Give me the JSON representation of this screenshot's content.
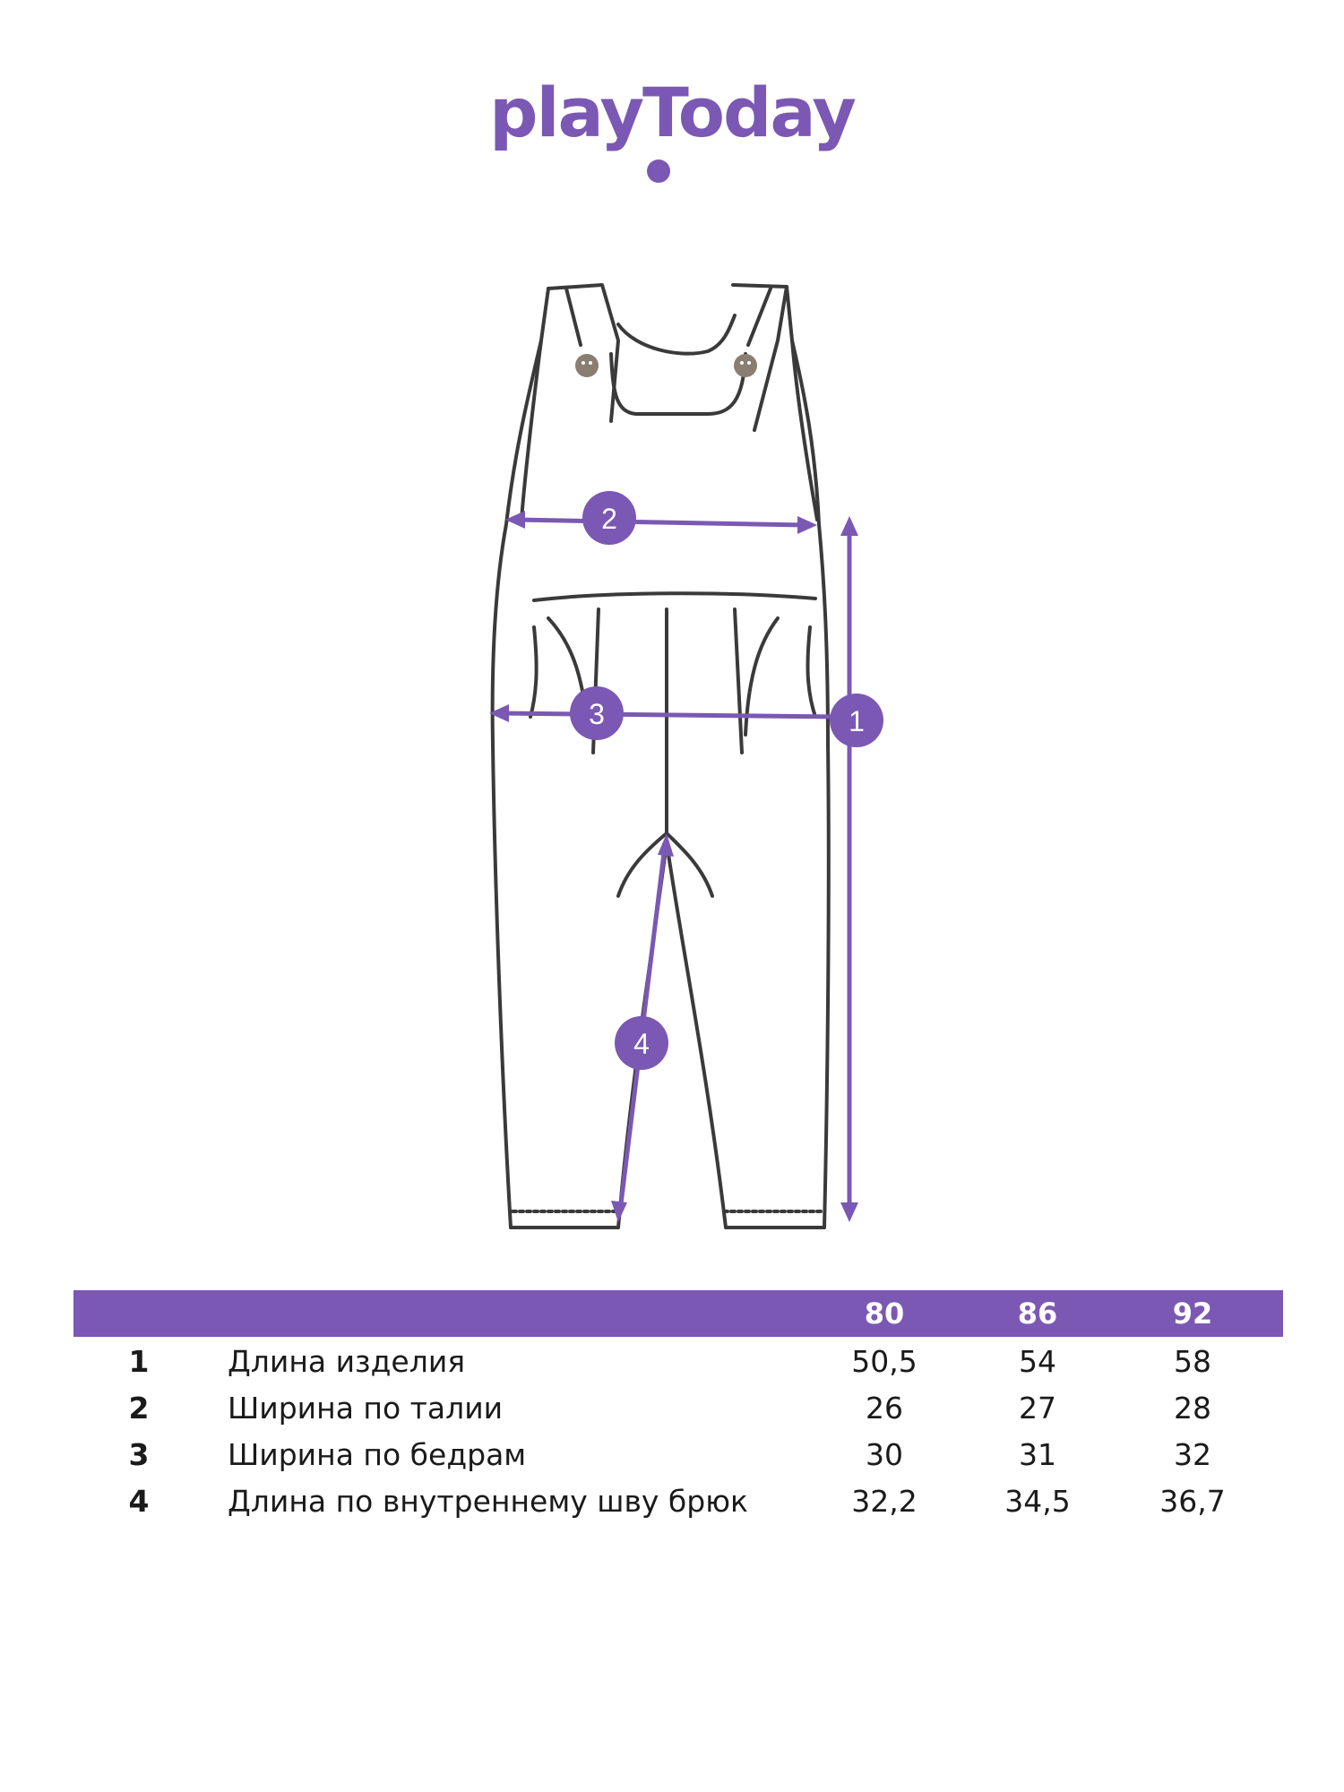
{
  "brand": {
    "logo_text": "playToday",
    "color": "#7b58b4"
  },
  "diagram": {
    "markers": [
      "1",
      "2",
      "3",
      "4"
    ],
    "accent_color": "#7b58b4",
    "outline_color": "#3a3a3a",
    "button_color": "#8a7d72"
  },
  "table": {
    "header_bg": "#7b58b4",
    "sizes": [
      "80",
      "86",
      "92"
    ],
    "rows": [
      {
        "num": "1",
        "label": "Длина изделия",
        "values": [
          "50,5",
          "54",
          "58"
        ]
      },
      {
        "num": "2",
        "label": "Ширина по талии",
        "values": [
          "26",
          "27",
          "28"
        ]
      },
      {
        "num": "3",
        "label": "Ширина по бедрам",
        "values": [
          "30",
          "31",
          "32"
        ]
      },
      {
        "num": "4",
        "label": "Длина по внутреннему шву брюк",
        "values": [
          "32,2",
          "34,5",
          "36,7"
        ]
      }
    ]
  }
}
